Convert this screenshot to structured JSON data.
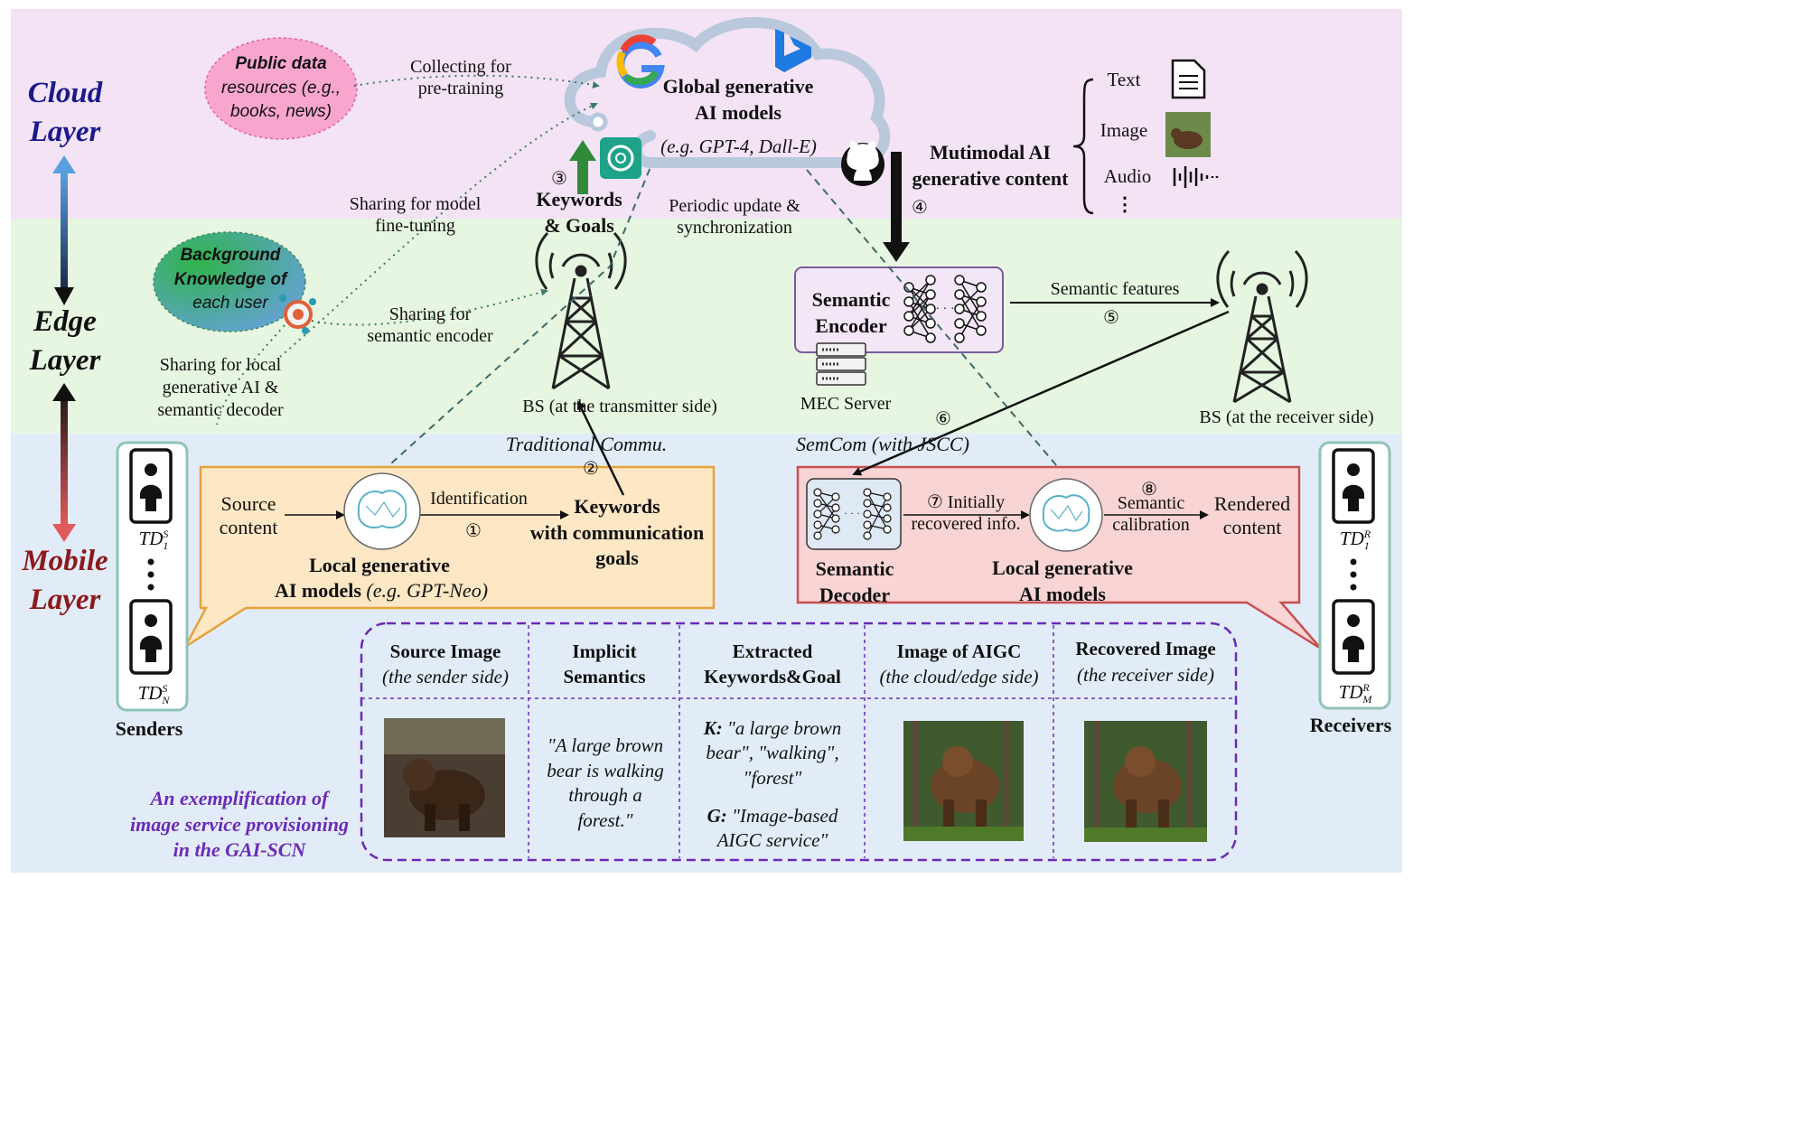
{
  "layers": {
    "cloud": [
      "Cloud",
      "Layer"
    ],
    "edge": [
      "Edge",
      "Layer"
    ],
    "mobile": [
      "Mobile",
      "Layer"
    ]
  },
  "cloud": {
    "public_data": [
      "Public data",
      "resources (e.g.,",
      "books, news)"
    ],
    "collecting": [
      "Collecting for",
      "pre-training"
    ],
    "global_models": [
      "Global generative",
      "AI models"
    ],
    "global_models_eg": "(e.g. GPT-4, Dall-E)",
    "multimodal": [
      "Mutimodal AI",
      "generative content"
    ],
    "modalities": [
      "Text",
      "Image",
      "Audio",
      "⋮"
    ]
  },
  "edge": {
    "background_knowledge": [
      "Background",
      "Knowledge of",
      "each user"
    ],
    "sharing_finetune": [
      "Sharing for model",
      "fine-tuning"
    ],
    "sharing_encoder": [
      "Sharing for",
      "semantic encoder"
    ],
    "sharing_local": [
      "Sharing for local",
      "generative AI &",
      "semantic decoder"
    ],
    "keywords_goals": [
      "Keywords",
      "& Goals"
    ],
    "periodic": [
      "Periodic update &",
      "synchronization"
    ],
    "bs_tx": "BS (at the transmitter side)",
    "bs_rx": "BS (at the receiver side)",
    "semantic_encoder": [
      "Semantic",
      "Encoder"
    ],
    "mec_server": "MEC Server",
    "semantic_features": "Semantic features"
  },
  "steps": [
    "①",
    "②",
    "③",
    "④",
    "⑤",
    "⑥",
    "⑦",
    "⑧"
  ],
  "mobile": {
    "traditional": "Traditional Commu.",
    "semcom": "SemCom (with JSCC)",
    "source_content": [
      "Source",
      "content"
    ],
    "identification": "Identification",
    "keywords_comm": [
      "Keywords",
      "with communication",
      "goals"
    ],
    "local_models_tx": "Local generative",
    "local_models_tx_2": "AI models",
    "local_models_tx_eg": "(e.g. GPT-Neo)",
    "semantic_decoder": [
      "Semantic",
      "Decoder"
    ],
    "initially": "Initially",
    "recovered_info": "recovered info.",
    "semantic_calibration": [
      "Semantic",
      "calibration"
    ],
    "rendered": [
      "Rendered",
      "content"
    ],
    "local_models_rx": [
      "Local generative",
      "AI models"
    ],
    "senders": "Senders",
    "receivers": "Receivers",
    "td_sender_1": "TD",
    "td_receiver_1": "TD"
  },
  "example": {
    "caption": [
      "An exemplification of",
      "image service provisioning",
      "in the GAI-SCN"
    ],
    "headers": [
      {
        "bold": "Source Image",
        "sub": "(the sender side)"
      },
      {
        "bold": "Implicit",
        "sub": "Semantics"
      },
      {
        "bold": "Extracted",
        "sub": "Keywords&Goal"
      },
      {
        "bold": "Image of AIGC",
        "sub": "(the cloud/edge side)"
      },
      {
        "bold": "Recovered Image",
        "sub": "(the receiver side)"
      }
    ],
    "implicit": [
      "\"A large brown",
      "bear is walking",
      "through a",
      "forest.\""
    ],
    "k_label": "K:",
    "k_text": [
      "\"a large brown",
      "bear\", \"walking\",",
      "\"forest\""
    ],
    "g_label": "G:",
    "g_text": [
      "\"Image-based",
      "AIGC service\""
    ]
  },
  "colors": {
    "cloud_band": "#f3e3f5",
    "edge_band": "#e7f6e1",
    "mobile_band": "#e2ecf8",
    "cloud_label": "#1a1a8c",
    "mobile_label": "#8b1a1a",
    "example_border": "#6a2bb5",
    "tx_box": "#e6a13a",
    "rx_box": "#c85050"
  }
}
